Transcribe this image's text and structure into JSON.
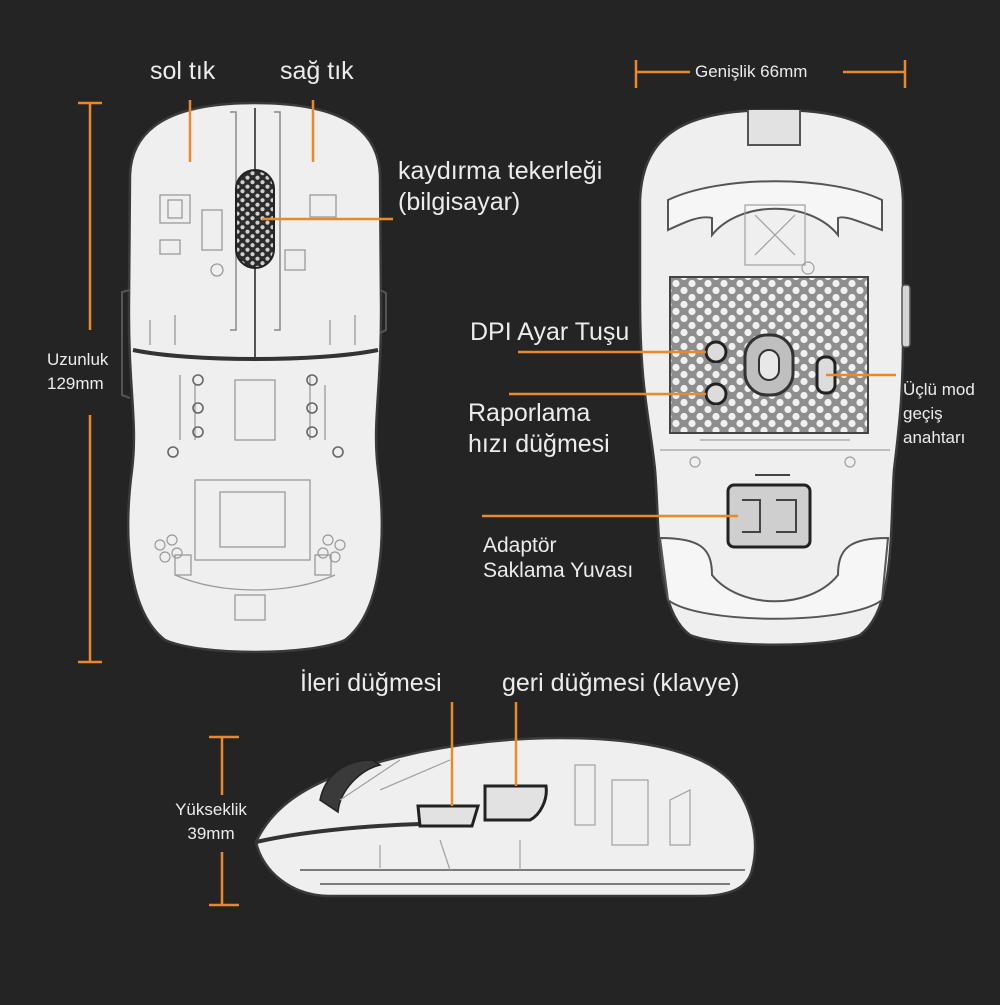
{
  "colors": {
    "background": "#242424",
    "accent": "#e8892c",
    "body_fill": "#eeeeee",
    "outline": "#3a3a3a"
  },
  "labels": {
    "left_click": "sol tık",
    "right_click": "sağ tık",
    "scroll_wheel": "kaydırma tekerleği\n(bilgisayar)",
    "length": "Uzunluk\n129mm",
    "width": "Genişlik 66mm",
    "dpi_button": "DPI Ayar Tuşu",
    "polling_rate_button": "Raporlama\nhızı düğmesi",
    "tri_mode_switch": "Üçlü mod\ngeçiş\nanahtarı",
    "adapter_slot": "Adaptör\nSaklama Yuvası",
    "forward_button": "İleri düğmesi",
    "back_button": "geri düğmesi (klavye)",
    "height": "Yükseklik\n39mm"
  }
}
